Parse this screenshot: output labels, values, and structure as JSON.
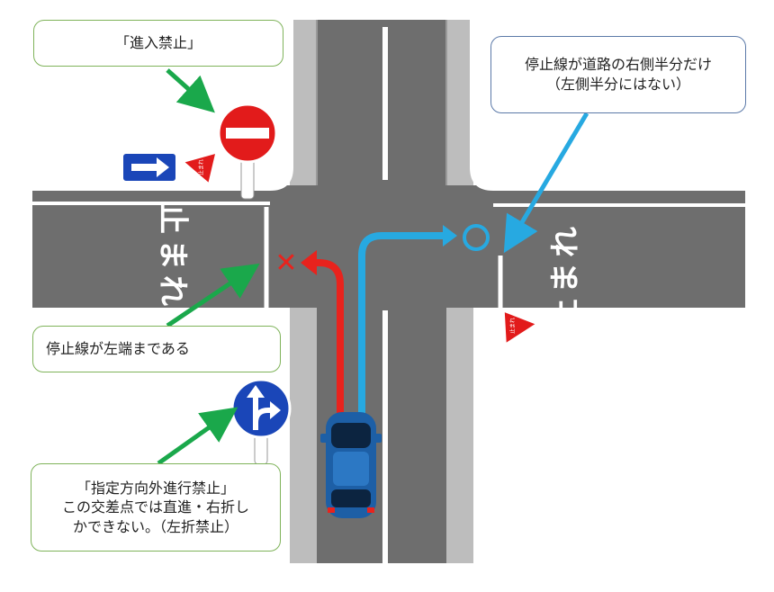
{
  "callouts": {
    "no_entry": "「進入禁止」",
    "stop_line_right": {
      "line1": "停止線が道路の右側半分だけ",
      "line2": "（左側半分にはない）"
    },
    "stop_line_left": "停止線が左端まである",
    "designated_direction": {
      "line1": "「指定方向外進行禁止」",
      "line2": "この交差点では直進・右折し",
      "line3": "かできない。（左折禁止）"
    }
  },
  "road_markings": {
    "left_stop_text": "止まれ",
    "right_stop_text": "止まれ"
  },
  "sign_text": {
    "stop_small": "止まれ"
  },
  "symbols": {
    "wrong": "✕",
    "correct": "○"
  },
  "colors": {
    "red_path": "#e8231d",
    "blue_path": "#27a9e1",
    "green_arrow": "#1aa84b",
    "blue_pointer": "#27a9e1",
    "road": "#6e6e6e",
    "sidewalk": "#bdbdbd",
    "sign_blue": "#1a46b8",
    "sign_red": "#e21b1b"
  }
}
